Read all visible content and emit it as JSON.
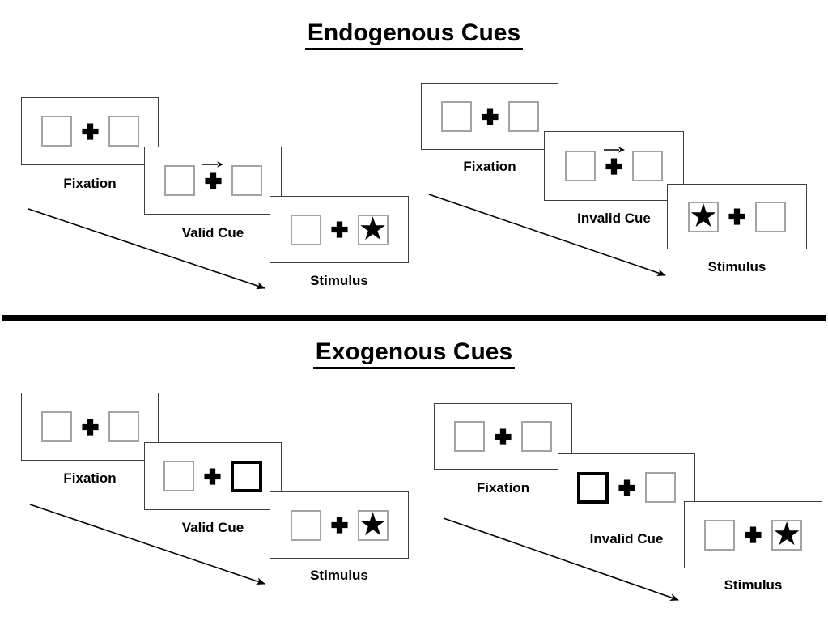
{
  "sections": [
    {
      "title": "Endogenous Cues",
      "groups": [
        {
          "name": "valid-trial",
          "panels": [
            {
              "label": "Fixation",
              "cue": "none",
              "star": "none"
            },
            {
              "label": "Valid Cue",
              "cue": "arrow-right",
              "star": "none"
            },
            {
              "label": "Stimulus",
              "cue": "none",
              "star": "right-box"
            }
          ]
        },
        {
          "name": "invalid-trial",
          "panels": [
            {
              "label": "Fixation",
              "cue": "none",
              "star": "none"
            },
            {
              "label": "Invalid Cue",
              "cue": "arrow-right",
              "star": "none"
            },
            {
              "label": "Stimulus",
              "cue": "none",
              "star": "left-box"
            }
          ]
        }
      ]
    },
    {
      "title": "Exogenous Cues",
      "groups": [
        {
          "name": "valid-trial",
          "panels": [
            {
              "label": "Fixation",
              "cue": "none",
              "star": "none"
            },
            {
              "label": "Valid Cue",
              "cue": "highlight-right-box",
              "star": "none"
            },
            {
              "label": "Stimulus",
              "cue": "none",
              "star": "right-box"
            }
          ]
        },
        {
          "name": "invalid-trial",
          "panels": [
            {
              "label": "Fixation",
              "cue": "none",
              "star": "none"
            },
            {
              "label": "Invalid Cue",
              "cue": "highlight-left-box",
              "star": "none"
            },
            {
              "label": "Stimulus",
              "cue": "none",
              "star": "right-box"
            }
          ]
        }
      ]
    }
  ],
  "icons": {
    "star": "★"
  },
  "colors": {
    "ink": "#000000",
    "panel_border": "#3f3f3f",
    "box_border": "#a3a3a3"
  }
}
